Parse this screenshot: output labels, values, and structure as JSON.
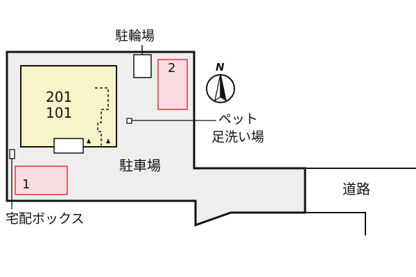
{
  "map": {
    "labels": {
      "bicycle_parking": "駐輪場",
      "unit_upper": "201",
      "unit_lower": "101",
      "parking": "駐車場",
      "pet_foot_wash_line1": "ペット",
      "pet_foot_wash_line2": "足洗い場",
      "delivery_box": "宅配ボックス",
      "road": "道路",
      "slot_1": "1",
      "slot_2": "2",
      "north": "N"
    },
    "colors": {
      "lot_fill": "#eeeeee",
      "building_fill": "#f7f4c9",
      "slot_fill": "#f9dde3",
      "slot_border": "#e0303a",
      "line": "#111111"
    },
    "icons": {
      "compass": "north-arrow-icon",
      "entrance": "entrance-triangle-icon"
    }
  }
}
